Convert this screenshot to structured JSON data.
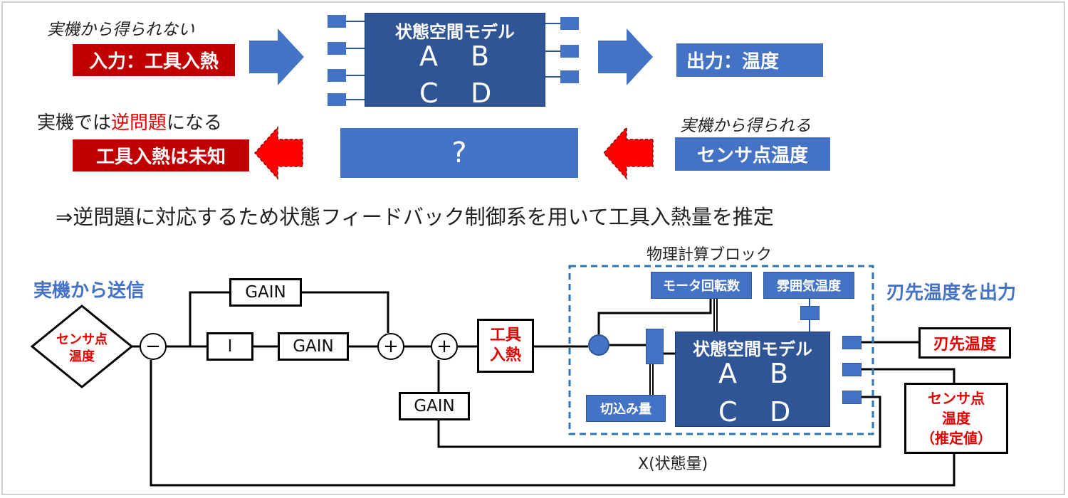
{
  "top": {
    "note_unavailable": "実機から得られない",
    "input_label": "入力：工具入熱",
    "model_title": "状態空間モデル",
    "model_matrices": [
      "A",
      "B",
      "C",
      "D"
    ],
    "output_label": "出力：温度",
    "note_real_prefix": "実機では",
    "note_real_highlight": "逆問題",
    "note_real_suffix": "になる",
    "unknown_label": "工具入熱は未知",
    "unknown_block": "?",
    "note_available": "実機から得られる",
    "sensor_label": "センサ点温度"
  },
  "conclusion": "⇒逆問題に対応するため状態フィードバック制御系を用いて工具入熱量を推定",
  "bottom": {
    "send_label": "実機から送信",
    "output_heading": "刃先温度を出力",
    "sensor_input": [
      "センサ点",
      "温度"
    ],
    "minus": "−",
    "plus": "+",
    "gain": "GAIN",
    "integrator": "I",
    "tool_heat": [
      "工具",
      "入熱"
    ],
    "physics_block": "物理計算ブロック",
    "motor_speed": "モータ回転数",
    "ambient_temp": "雰囲気温度",
    "cutting_depth": "切込み量",
    "model_title": "状態空間モデル",
    "model_matrices": [
      "A",
      "B",
      "C",
      "D"
    ],
    "blade_temp": "刃先温度",
    "sensor_est": [
      "センサ点",
      "温度",
      "（推定値）"
    ],
    "state_label": "X(状態量)"
  },
  "colors": {
    "red": "#c00000",
    "blue": "#4472c4",
    "dark_blue": "#2f5597",
    "dashed_border": "#2e75b6"
  }
}
